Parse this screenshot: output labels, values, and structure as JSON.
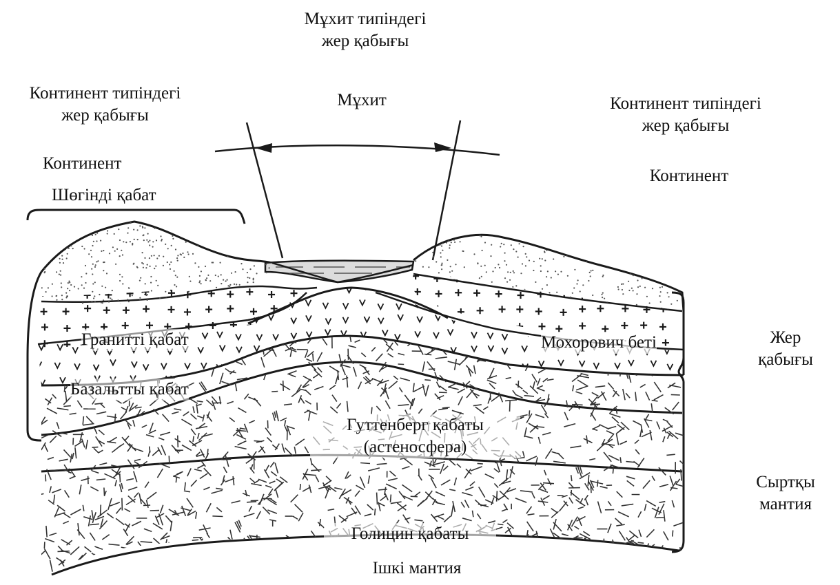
{
  "labels": {
    "ocean_crust": [
      "Мұхит типіндегі",
      "жер қабығы"
    ],
    "ocean": "Мұхит",
    "continent_crust_left": [
      "Континент типіндегі",
      "жер қабығы"
    ],
    "continent_left": "Континент",
    "sediment_layer": "Шөгінді қабат",
    "continent_crust_right": [
      "Континент типіндегі",
      "жер қабығы"
    ],
    "continent_right": "Континент",
    "granite_layer": "Гранитті  қабат",
    "basalt_layer": "Базальтты  қабат",
    "moho": "Мохорович беті",
    "earth_crust": [
      "Жер",
      "қабығы"
    ],
    "gutenberg": [
      "Гуттенберг қабаты",
      "(астеносфера)"
    ],
    "outer_mantle": [
      "Сыртқы",
      "мантия"
    ],
    "golitsyn": "Голицин қабаты",
    "inner_mantle": "Ішкі мантия"
  },
  "colors": {
    "ink": "#1a1a1a",
    "paper": "#ffffff",
    "water": "#dcdcdc"
  }
}
